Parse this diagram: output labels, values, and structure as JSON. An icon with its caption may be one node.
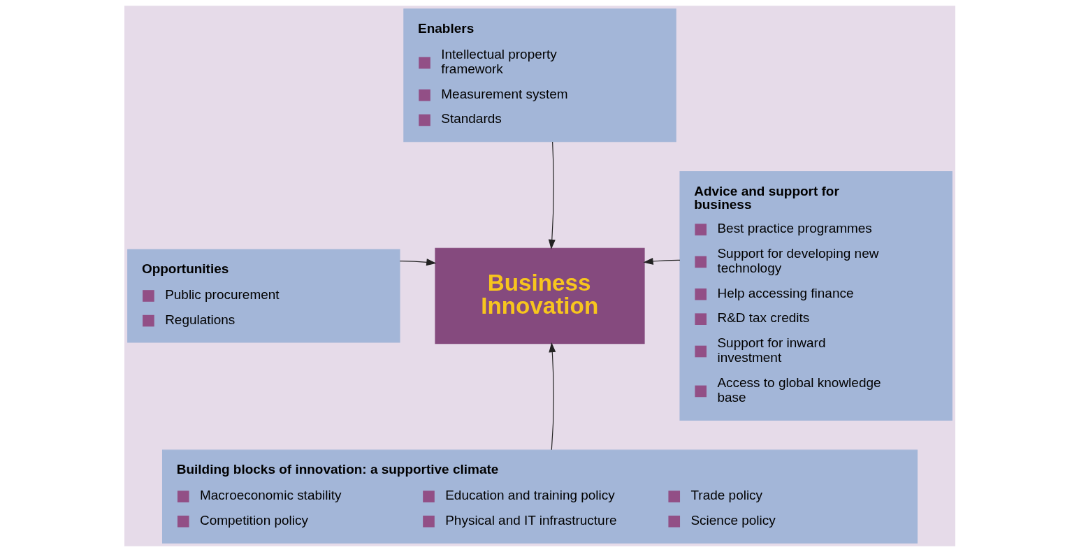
{
  "diagram": {
    "nodes": [
      {
        "text": [
          "Opportunities",
          "Public procurement",
          "Regulations"
        ]
      },
      {
        "text": [
          "Enablers",
          "Intellectual property framework",
          "Measurement system",
          "Standards"
        ]
      },
      {
        "text": [
          "Advice and support for business",
          "Best practice programmes",
          "Support for developing new technology",
          "Help accessing finance",
          "R&D tax credits",
          "Support for inward investment",
          "Access to global knowledge base"
        ]
      },
      {
        "text": [
          "Business Innovation"
        ]
      },
      {
        "text": [
          "Building blocks of innovation: a supportive climate",
          "Macroeconomic stability",
          "Education and training policy",
          "Trade policy",
          "Competition policy",
          "Physical and IT infrastructure",
          "Science policy"
        ]
      }
    ],
    "edges": [
      {
        "from": 0,
        "to": 3,
        "arrow": "to"
      },
      {
        "from": 1,
        "to": 3,
        "arrow": "to"
      },
      {
        "from": 2,
        "to": 3,
        "arrow": "to"
      },
      {
        "from": 4,
        "to": 3,
        "arrow": "to"
      }
    ]
  }
}
